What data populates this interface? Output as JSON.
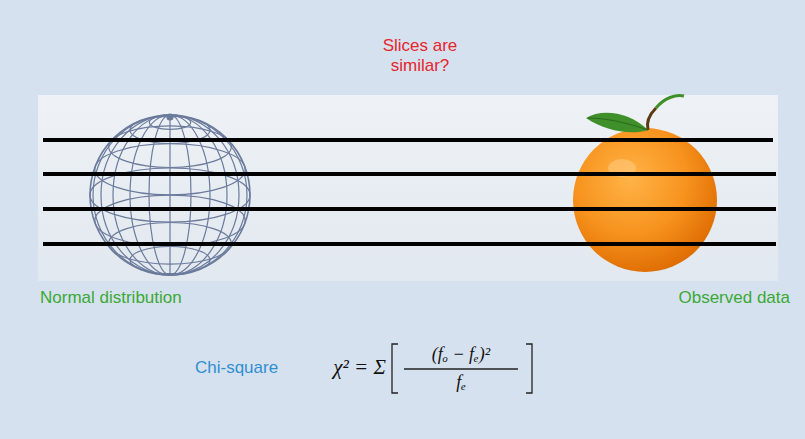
{
  "diagram": {
    "title": "Slices are similar?",
    "labels": [
      "Normal distribution",
      "Observed data",
      "Chi-square",
      "χ² = Σ",
      "(fₒ − fₑ)²",
      "fₑ"
    ]
  }
}
